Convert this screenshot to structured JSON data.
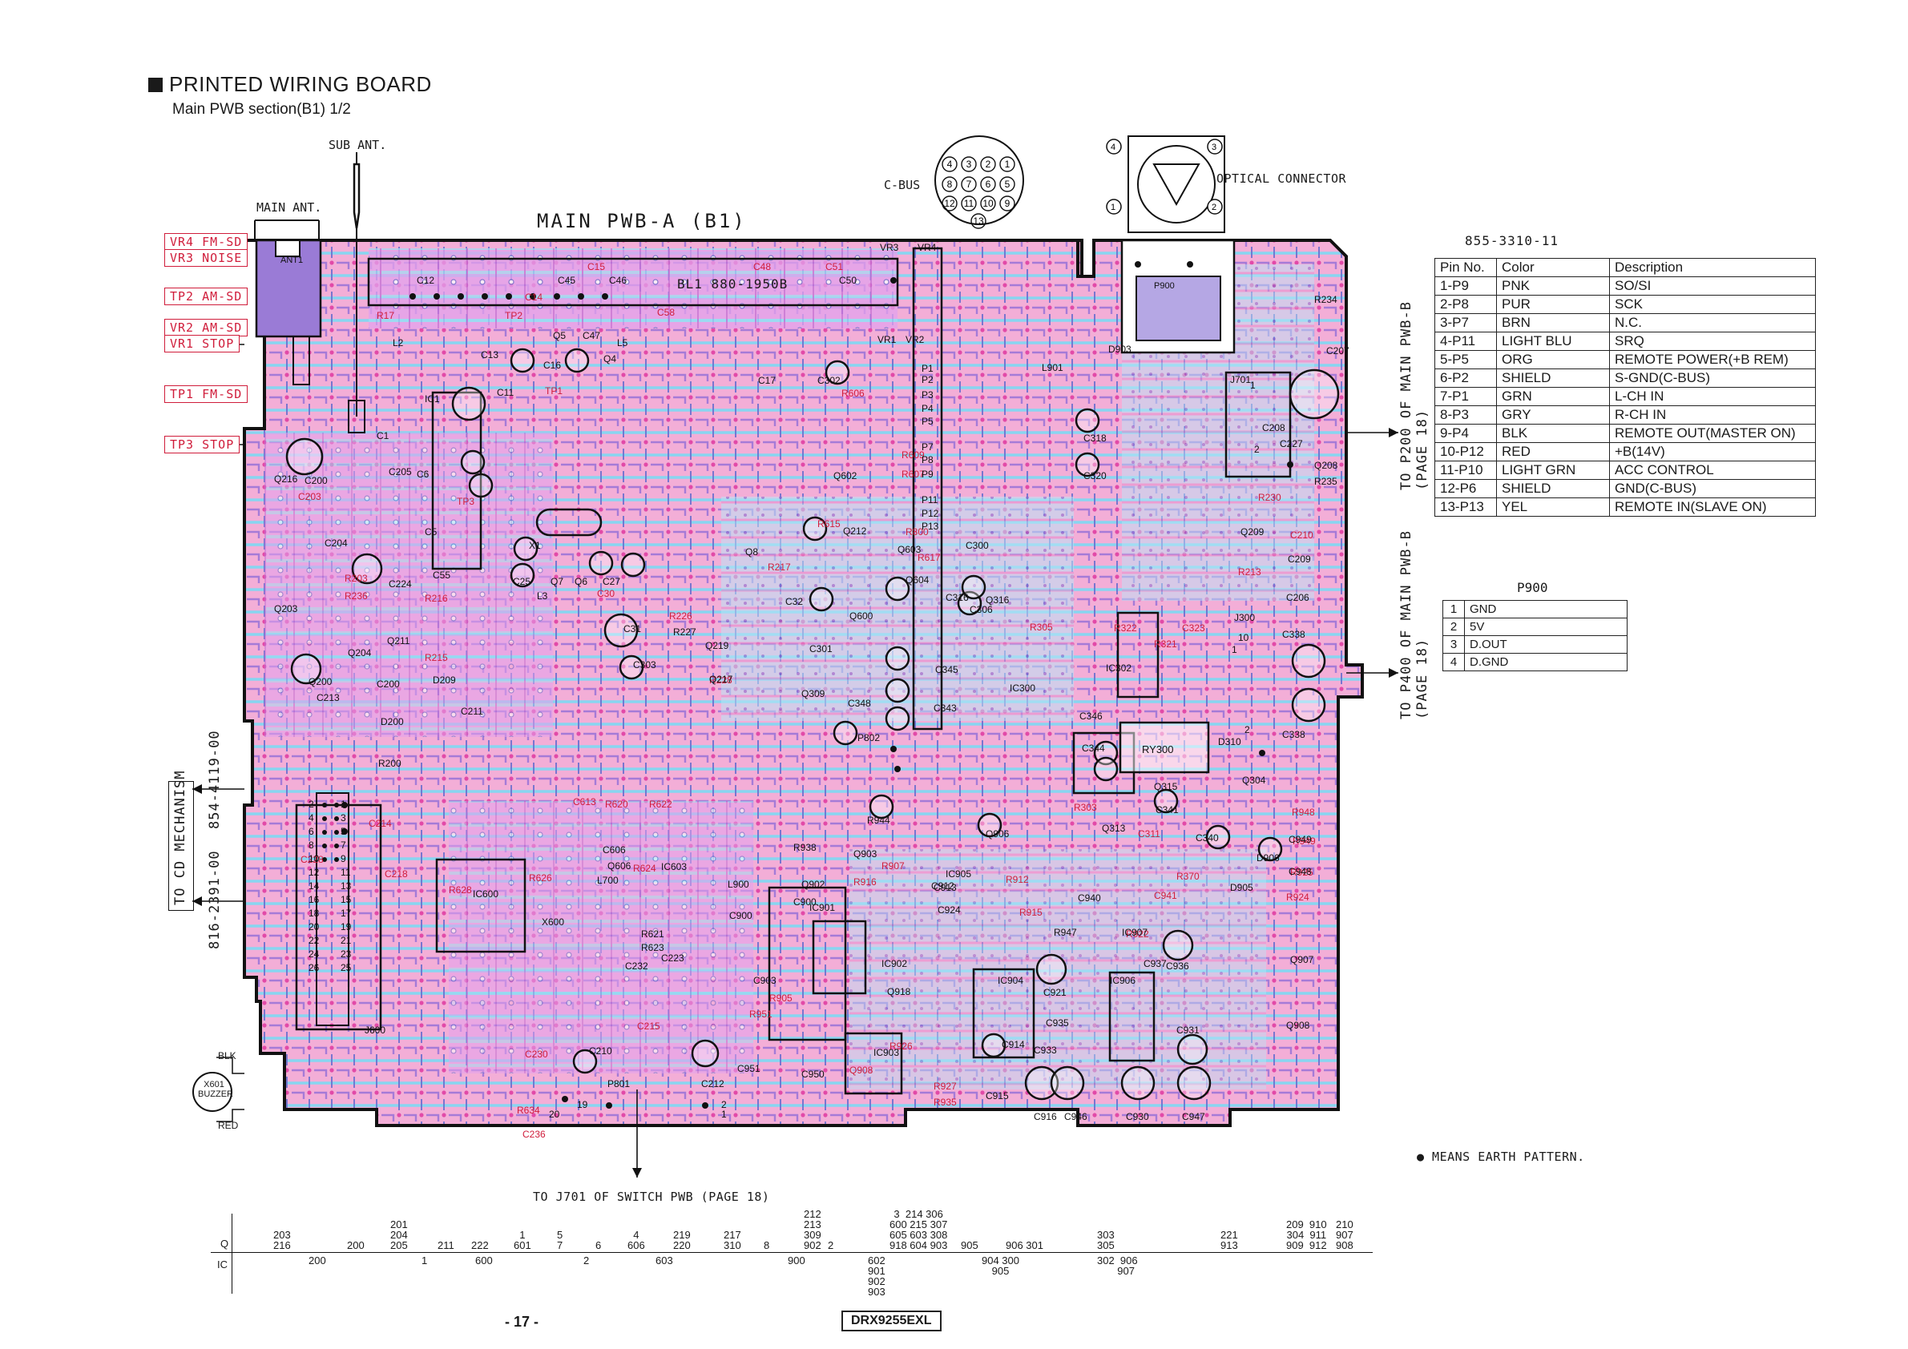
{
  "header": {
    "title": "PRINTED WIRING BOARD",
    "subtitle": "Main PWB section(B1) 1/2"
  },
  "board": {
    "name": "MAIN PWB-A (B1)",
    "sub_ant": "SUB ANT.",
    "main_ant": "MAIN ANT.",
    "cbus": "C-BUS",
    "optical": "OPTICAL CONNECTOR",
    "part_no": "855-3310-11",
    "cd_mechanism": "TO CD MECHANISM",
    "part_upper": "854-4119-00",
    "part_lower": "816-2391-00",
    "to_p200": "TO P200 OF MAIN PWB-B",
    "to_p200_page": "(PAGE 18)",
    "to_p400": "TO P400 OF MAIN PWB-B",
    "to_p400_page": "(PAGE 18)",
    "to_j701": "TO J701 OF SWITCH PWB (PAGE 18)",
    "earth_note": "● MEANS EARTH PATTERN.",
    "blk": "BLK",
    "red": "RED",
    "buzzer": "X601 BUZZER",
    "bl1": "BL1 880-1950B",
    "side_labels": [
      "VR4 FM-SD",
      "VR3 NOISE",
      "TP2 AM-SD",
      "VR2 AM-SD",
      "VR1 STOP",
      "TP1 FM-SD",
      "TP3 STOP"
    ]
  },
  "pin_table": {
    "headers": [
      "Pin No.",
      "Color",
      "Description"
    ],
    "rows": [
      [
        "1-P9",
        "PNK",
        "SO/SI"
      ],
      [
        "2-P8",
        "PUR",
        "SCK"
      ],
      [
        "3-P7",
        "BRN",
        "N.C."
      ],
      [
        "4-P11",
        "LIGHT BLU",
        "SRQ"
      ],
      [
        "5-P5",
        "ORG",
        "REMOTE POWER(+B REM)"
      ],
      [
        "6-P2",
        "SHIELD",
        "S-GND(C-BUS)"
      ],
      [
        "7-P1",
        "GRN",
        "L-CH IN"
      ],
      [
        "8-P3",
        "GRY",
        "R-CH IN"
      ],
      [
        "9-P4",
        "BLK",
        "REMOTE OUT(MASTER ON)"
      ],
      [
        "10-P12",
        "RED",
        "+B(14V)"
      ],
      [
        "11-P10",
        "LIGHT GRN",
        "ACC CONTROL"
      ],
      [
        "12-P6",
        "SHIELD",
        "GND(C-BUS)"
      ],
      [
        "13-P13",
        "YEL",
        "REMOTE IN(SLAVE ON)"
      ]
    ]
  },
  "p900": {
    "title": "P900",
    "rows": [
      [
        "1",
        "GND"
      ],
      [
        "2",
        "5V"
      ],
      [
        "3",
        "D.OUT"
      ],
      [
        "4",
        "D.GND"
      ]
    ]
  },
  "index": {
    "q_label": "Q",
    "ic_label": "IC",
    "q_columns": [
      "203\n216",
      "200",
      "201\n204\n205",
      "211",
      "222",
      "1\n601",
      "5\n7",
      "6",
      "4\n606",
      "219\n220",
      "217\n310",
      "8",
      "212\n213\n309\n902",
      "2",
      "3  214 306\n600 215 307\n605 603 308\n918 604 903",
      "905",
      "906 301",
      "303\n305",
      "221\n913",
      "209  910\n304  911\n909  912",
      "210\n907\n908"
    ],
    "ic_columns": [
      "200",
      "1",
      "600",
      "2",
      "603",
      "900",
      "602\n901\n902\n903",
      "904 300\n905",
      "302  906\n      907"
    ]
  },
  "footer": {
    "page": "- 17 -",
    "model": "DRX9255EXL"
  },
  "colors": {
    "pink": "#f3a7d3",
    "magenta": "#e24aa8",
    "violet": "#a77bd6",
    "cyan": "#7fd7f2",
    "blue": "#5b64c9",
    "red_label": "#d01d3b"
  }
}
